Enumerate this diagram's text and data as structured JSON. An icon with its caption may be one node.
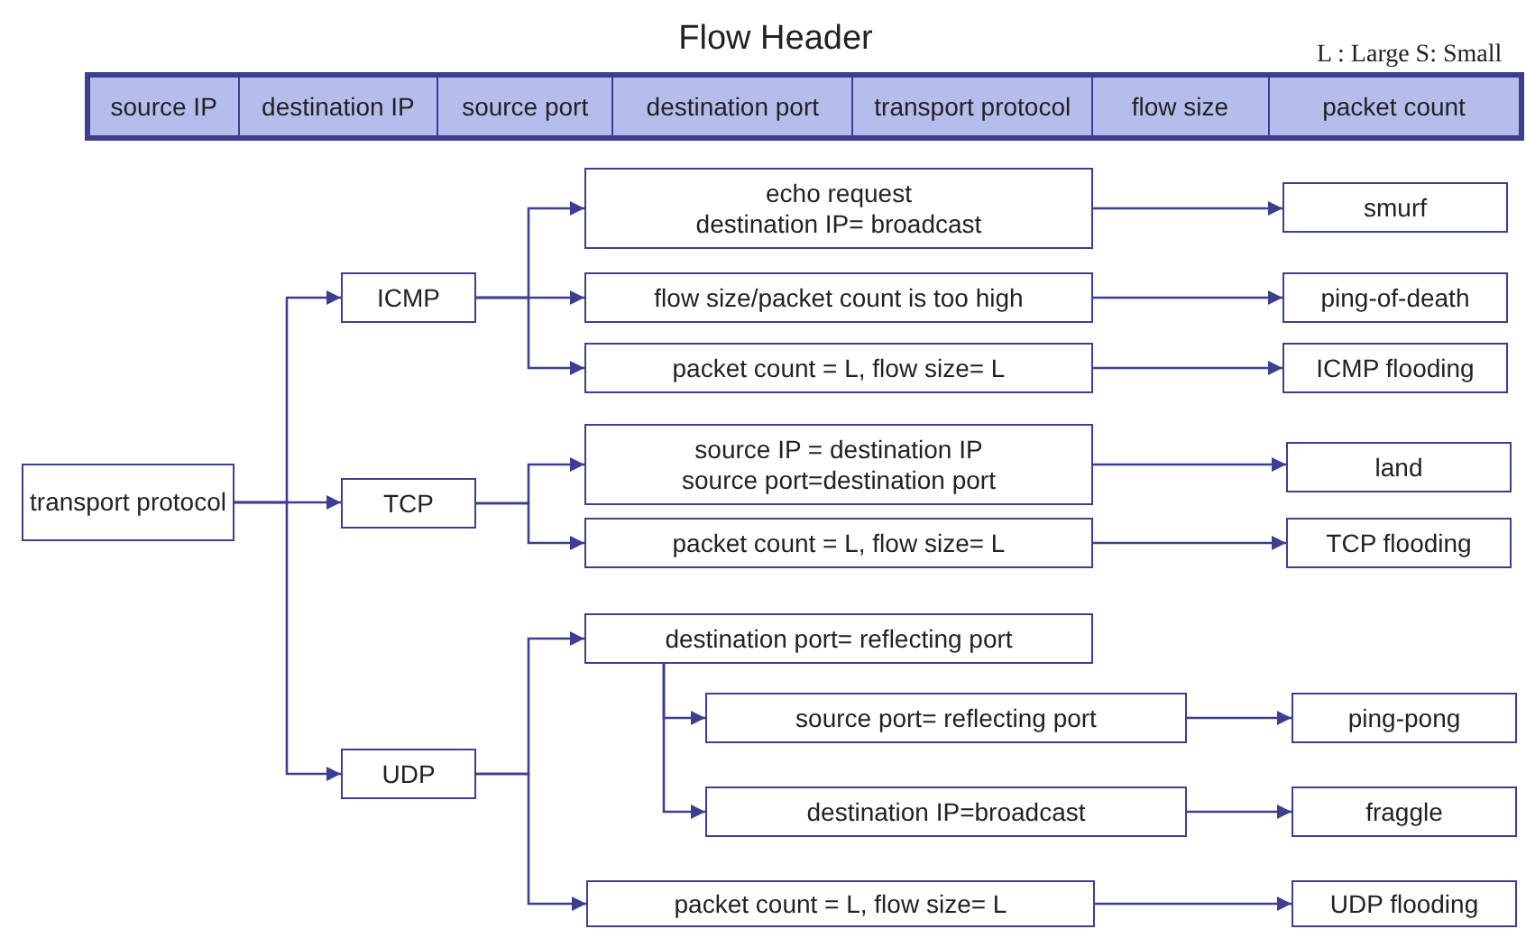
{
  "diagram": {
    "title": "Flow Header",
    "nodes": [
      {
        "text": [
          "transport protocol"
        ]
      },
      {
        "text": [
          "ICMP"
        ]
      },
      {
        "text": [
          "TCP"
        ]
      },
      {
        "text": [
          "UDP"
        ]
      },
      {
        "text": [
          "echo request",
          "destination IP= broadcast"
        ]
      },
      {
        "text": [
          "flow size/packet count is too high"
        ]
      },
      {
        "text": [
          "packet count = L, flow size= L"
        ]
      },
      {
        "text": [
          "source IP = destination IP",
          "source port=destination port"
        ]
      },
      {
        "text": [
          "packet count = L, flow size= L"
        ]
      },
      {
        "text": [
          "destination port= reflecting port"
        ]
      },
      {
        "text": [
          "source port= reflecting port"
        ]
      },
      {
        "text": [
          "destination IP=broadcast"
        ]
      },
      {
        "text": [
          "packet count = L, flow size= L"
        ]
      },
      {
        "text": [
          "smurf"
        ]
      },
      {
        "text": [
          "ping-of-death"
        ]
      },
      {
        "text": [
          "ICMP flooding"
        ]
      },
      {
        "text": [
          "land"
        ]
      },
      {
        "text": [
          "TCP flooding"
        ]
      },
      {
        "text": [
          "ping-pong"
        ]
      },
      {
        "text": [
          "fraggle"
        ]
      },
      {
        "text": [
          "UDP flooding"
        ]
      }
    ],
    "edges": [
      {
        "from": 0,
        "to": 1,
        "arrow": "to"
      },
      {
        "from": 0,
        "to": 2,
        "arrow": "to"
      },
      {
        "from": 0,
        "to": 3,
        "arrow": "to"
      },
      {
        "from": 1,
        "to": 4,
        "arrow": "to"
      },
      {
        "from": 1,
        "to": 5,
        "arrow": "to"
      },
      {
        "from": 1,
        "to": 6,
        "arrow": "to"
      },
      {
        "from": 2,
        "to": 7,
        "arrow": "to"
      },
      {
        "from": 2,
        "to": 8,
        "arrow": "to"
      },
      {
        "from": 3,
        "to": 9,
        "arrow": "to"
      },
      {
        "from": 3,
        "to": 12,
        "arrow": "to"
      },
      {
        "from": 9,
        "to": 10,
        "arrow": "to"
      },
      {
        "from": 9,
        "to": 11,
        "arrow": "to"
      },
      {
        "from": 4,
        "to": 13,
        "arrow": "to"
      },
      {
        "from": 5,
        "to": 14,
        "arrow": "to"
      },
      {
        "from": 6,
        "to": 15,
        "arrow": "to"
      },
      {
        "from": 7,
        "to": 16,
        "arrow": "to"
      },
      {
        "from": 8,
        "to": 17,
        "arrow": "to"
      },
      {
        "from": 10,
        "to": 18,
        "arrow": "to"
      },
      {
        "from": 11,
        "to": 19,
        "arrow": "to"
      },
      {
        "from": 12,
        "to": 20,
        "arrow": "to"
      }
    ],
    "labels": [
      "L : Large S: Small",
      "source IP",
      "destination IP",
      "source port",
      "destination port",
      "transport protocol",
      "flow size",
      "packet count"
    ]
  }
}
